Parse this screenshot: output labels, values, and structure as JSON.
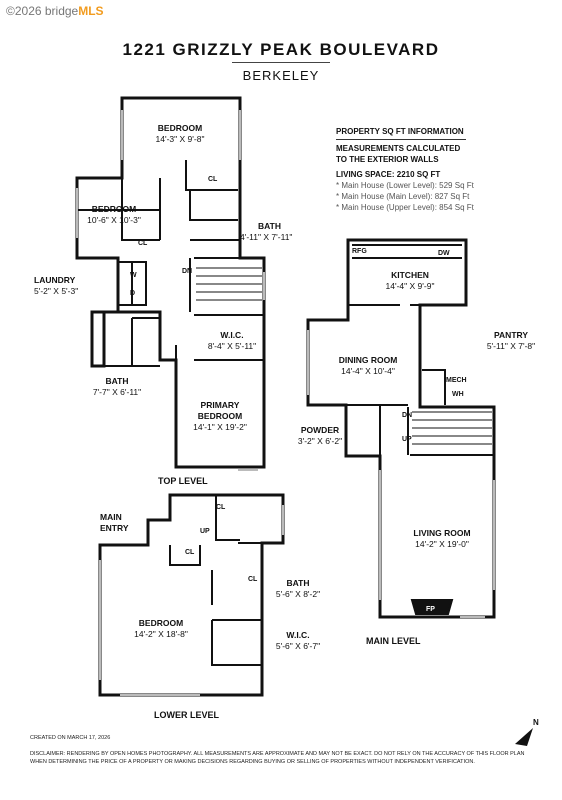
{
  "header": {
    "logo_prefix": "©2026 bridge",
    "logo_brand": "MLS",
    "title": "1221 GRIZZLY PEAK BOULEVARD",
    "subtitle": "BERKELEY"
  },
  "sqft_info": {
    "heading": "PROPERTY SQ FT INFORMATION",
    "note_line1": "MEASUREMENTS CALCULATED",
    "note_line2": "TO THE EXTERIOR WALLS",
    "living_space": "LIVING SPACE: 2210 SQ FT",
    "items": [
      "*   Main House (Lower Level):   529 Sq Ft",
      "*   Main House (Main Level):   827 Sq Ft",
      "*   Main House (Upper Level):   854 Sq Ft"
    ]
  },
  "rooms": {
    "bedroom_top": {
      "name": "BEDROOM",
      "dim": "14'-3\" X 9'-8\""
    },
    "bedroom_left": {
      "name": "BEDROOM",
      "dim": "10'-6\" X 10'-3\""
    },
    "bath_top": {
      "name": "BATH",
      "dim": "4'-11\" X 7'-11\""
    },
    "laundry": {
      "name": "LAUNDRY",
      "dim": "5'-2\" X 5'-3\""
    },
    "wic_top": {
      "name": "W.I.C.",
      "dim": "8'-4\" X 5'-11\""
    },
    "bath_top2": {
      "name": "BATH",
      "dim": "7'-7\" X 6'-11\""
    },
    "primary_bedroom": {
      "name": "PRIMARY",
      "name2": "BEDROOM",
      "dim": "14'-1\" X 19'-2\""
    },
    "kitchen": {
      "name": "KITCHEN",
      "dim": "14'-4\" X 9'-9\""
    },
    "pantry": {
      "name": "PANTRY",
      "dim": "5'-11\" X 7'-8\""
    },
    "dining_room": {
      "name": "DINING ROOM",
      "dim": "14'-4\" X 10'-4\""
    },
    "powder": {
      "name": "POWDER",
      "dim": "3'-2\" X 6'-2\""
    },
    "living_room": {
      "name": "LIVING ROOM",
      "dim": "14'-2\" X 19'-0\""
    },
    "main_entry": {
      "name": "MAIN",
      "name2": "ENTRY"
    },
    "bedroom_lower": {
      "name": "BEDROOM",
      "dim": "14'-2\" X 18'-8\""
    },
    "bath_lower": {
      "name": "BATH",
      "dim": "5'-6\" X 8'-2\""
    },
    "wic_lower": {
      "name": "W.I.C.",
      "dim": "5'-6\" X 6'-7\""
    }
  },
  "small_labels": {
    "cl": "CL",
    "w": "W",
    "d": "D",
    "dn": "DN",
    "up": "UP",
    "rfg": "RFG",
    "dw": "DW",
    "mech": "MECH",
    "wh": "WH",
    "fp": "FP"
  },
  "levels": {
    "top": "TOP LEVEL",
    "main": "MAIN LEVEL",
    "lower": "LOWER LEVEL"
  },
  "compass_letter": "N",
  "footer": {
    "created": "CREATED ON MARCH 17, 2026",
    "disclaimer1": "DISCLAIMER: RENDERING BY OPEN HOMES PHOTOGRAPHY. ALL MEASUREMENTS ARE APPROXIMATE AND MAY NOT BE EXACT. DO NOT RELY ON THE ACCURACY OF THIS FLOOR PLAN",
    "disclaimer2": "WHEN DETERMINING THE PRICE OF A PROPERTY OR MAKING DECISIONS REGARDING BUYING OR SELLING OF PROPERTIES WITHOUT INDEPENDENT VERIFICATION."
  }
}
